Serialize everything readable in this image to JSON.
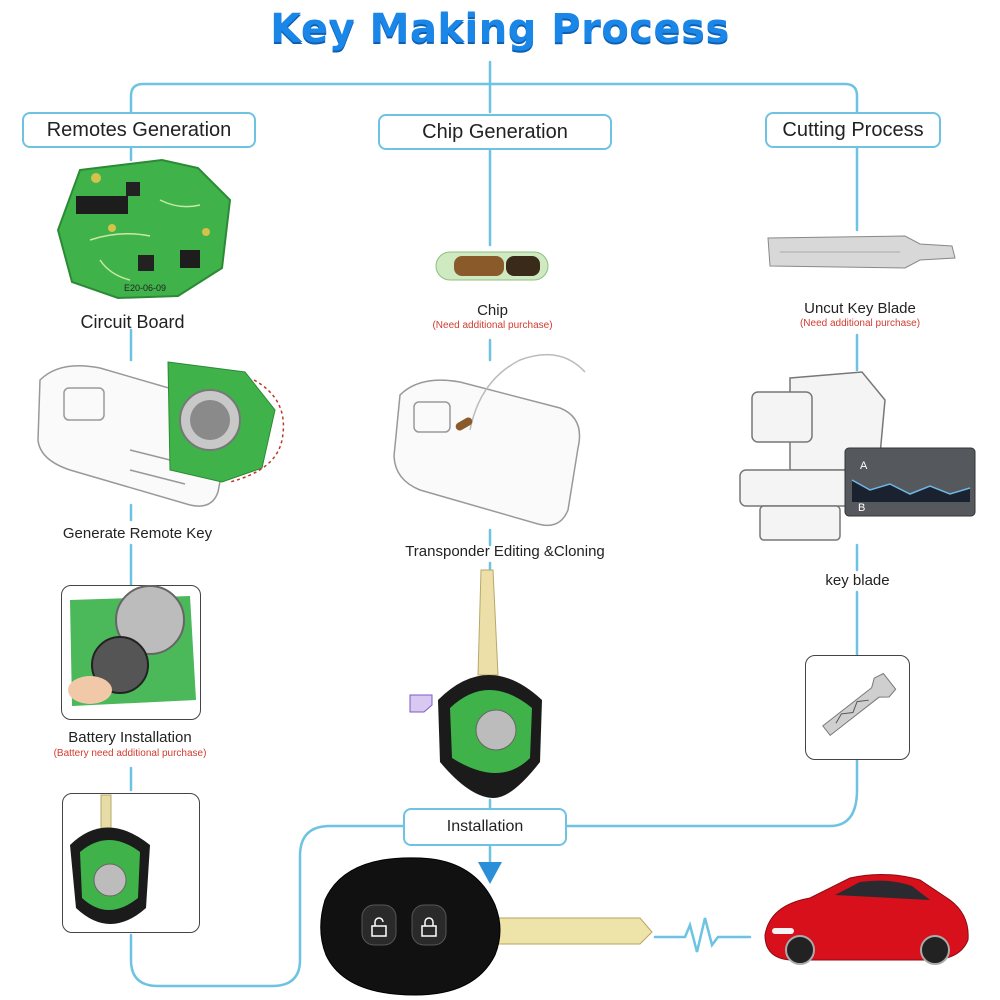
{
  "title": "Key Making Process",
  "sections": {
    "remotes": "Remotes Generation",
    "chip": "Chip Generation",
    "cutting": "Cutting Process",
    "installation": "Installation"
  },
  "steps": {
    "circuit_board": "Circuit Board",
    "generate_remote": "Generate Remote Key",
    "battery": "Battery Installation",
    "battery_note": "(Battery need additional purchase)",
    "chip": "Chip",
    "chip_note": "(Need additional purchase)",
    "transponder": "Transponder Editing &Cloning",
    "uncut_blade": "Uncut Key  Blade",
    "blade_note": "(Need additional purchase)",
    "key_blade": "key blade"
  },
  "board_print": "E20-06-09",
  "blade_marks": [
    "A",
    "B"
  ],
  "colors": {
    "title": "#1a86e8",
    "flow_line": "#6ec3e3",
    "note_red": "#d23b2f",
    "pcb_green": "#3fb24a",
    "car_red": "#d8101c"
  }
}
